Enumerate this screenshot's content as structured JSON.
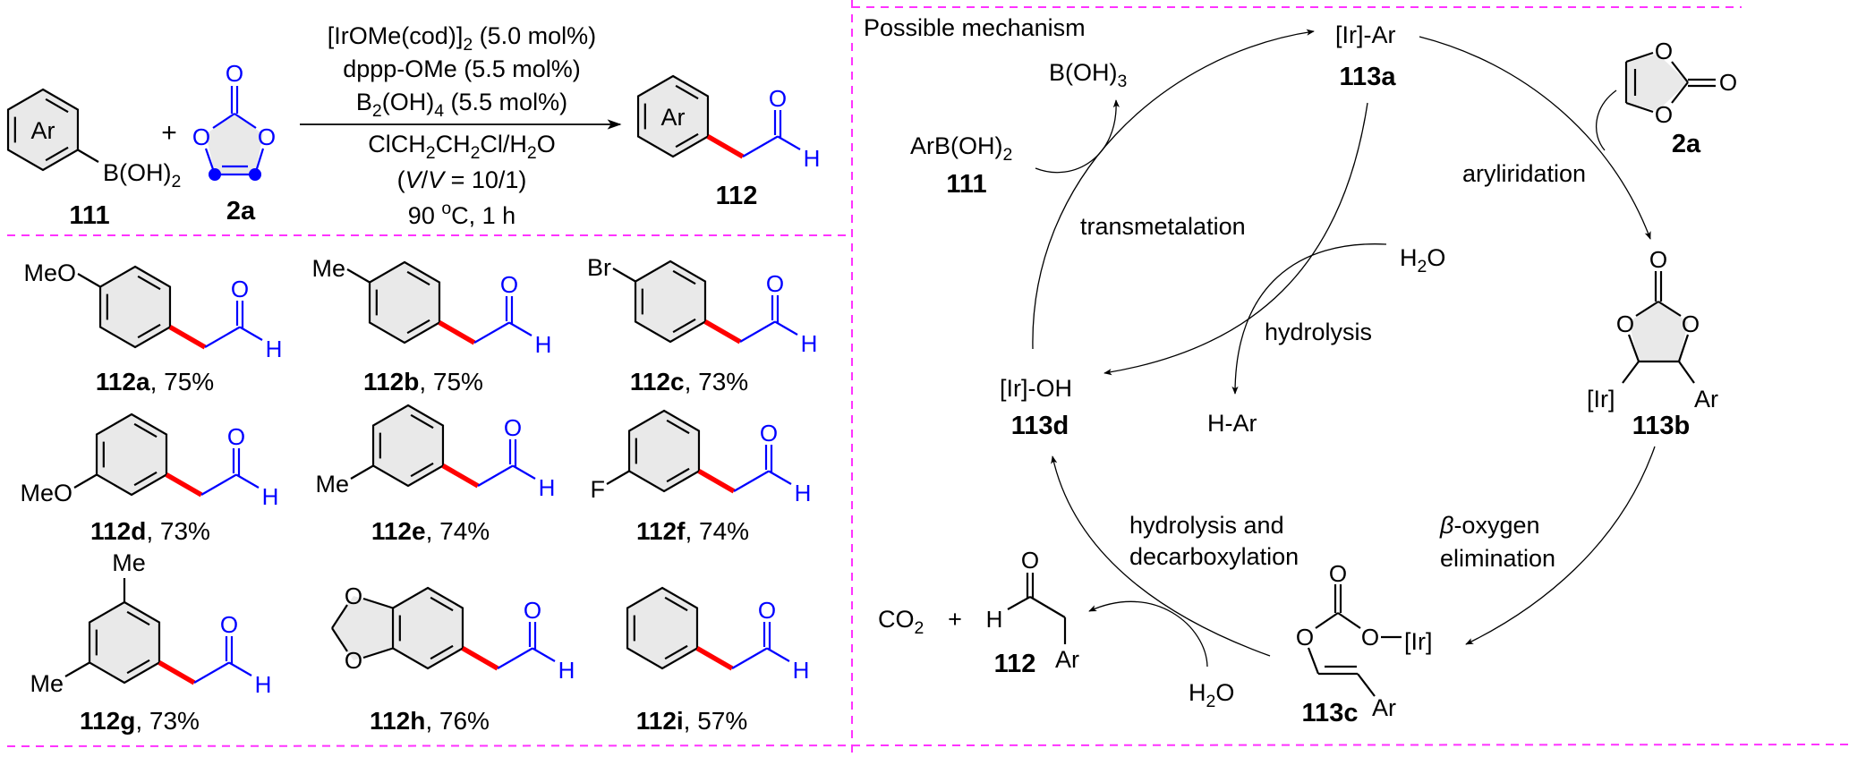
{
  "atoms": {
    "O": "O",
    "H": "H"
  },
  "reaction": {
    "reactant": {
      "ring_label": "Ar",
      "boron": "B(OH)",
      "boron_sub": "2",
      "id": "111"
    },
    "plus": "+",
    "carbonate": {
      "id": "2a"
    },
    "conditions": {
      "line1": [
        "[IrOMe(cod)]",
        "2",
        " (5.0 mol%)"
      ],
      "line2": [
        "dppp-OMe (5.5 mol%)"
      ],
      "line3": [
        "B",
        "2",
        "(OH)",
        "4",
        " (5.5 mol%)"
      ],
      "line4": [
        "ClCH",
        "2",
        "CH",
        "2",
        "Cl/H",
        "2",
        "O"
      ],
      "line5": [
        "(",
        "V",
        "/",
        "V",
        " = 10/1)"
      ],
      "line6": [
        "90 ",
        "o",
        "C, 1 h"
      ]
    },
    "product": {
      "ring_label": "Ar",
      "id": "112"
    }
  },
  "substrates": [
    {
      "id": "112a",
      "yield": ", 75%",
      "substituents": [
        "MeO"
      ]
    },
    {
      "id": "112b",
      "yield": ", 75%",
      "substituents": [
        "Me"
      ]
    },
    {
      "id": "112c",
      "yield": ", 73%",
      "substituents": [
        "Br"
      ]
    },
    {
      "id": "112d",
      "yield": ", 73%",
      "substituents": [
        "MeO"
      ]
    },
    {
      "id": "112e",
      "yield": ", 74%",
      "substituents": [
        "Me"
      ]
    },
    {
      "id": "112f",
      "yield": ", 74%",
      "substituents": [
        "F"
      ]
    },
    {
      "id": "112g",
      "yield": ", 73%",
      "substituents": [
        "Me",
        "Me"
      ]
    },
    {
      "id": "112h",
      "yield": ", 76%",
      "substituents": [
        "O",
        "O"
      ]
    },
    {
      "id": "112i",
      "yield": ", 57%",
      "substituents": []
    }
  ],
  "mechanism": {
    "title": "Possible mechanism",
    "s113a": {
      "formula": "[Ir]-Ar",
      "id": "113a"
    },
    "s113b": {
      "ir": "[Ir]",
      "ar": "Ar",
      "id": "113b"
    },
    "s113c": {
      "ir": "[Ir]",
      "ar": "Ar",
      "id": "113c"
    },
    "s113d": {
      "formula": "[Ir]-OH",
      "id": "113d"
    },
    "s2a": {
      "id": "2a"
    },
    "s111": {
      "formula": "ArB(OH)",
      "sub": "2",
      "id": "111"
    },
    "boric_acid": {
      "formula": "B(OH)",
      "sub": "3"
    },
    "water": [
      "H",
      "2",
      "O"
    ],
    "h_ar": "H-Ar",
    "co2": [
      "CO",
      "2"
    ],
    "plus": "+",
    "s112": {
      "ar": "Ar",
      "id": "112"
    },
    "steps": {
      "transmetalation": "transmetalation",
      "aryliridation": "aryliridation",
      "hydrolysis": "hydrolysis",
      "beta": "β",
      "oxygen": "-oxygen",
      "elimination": "elimination",
      "hydrolysis_and": "hydrolysis and",
      "decarboxylation": "decarboxylation"
    }
  },
  "colors": {
    "new_bond": "#ff0000",
    "reagent": "#0000ff",
    "divider": "#ff33ff",
    "ring_fill": "#e9e9e9"
  }
}
